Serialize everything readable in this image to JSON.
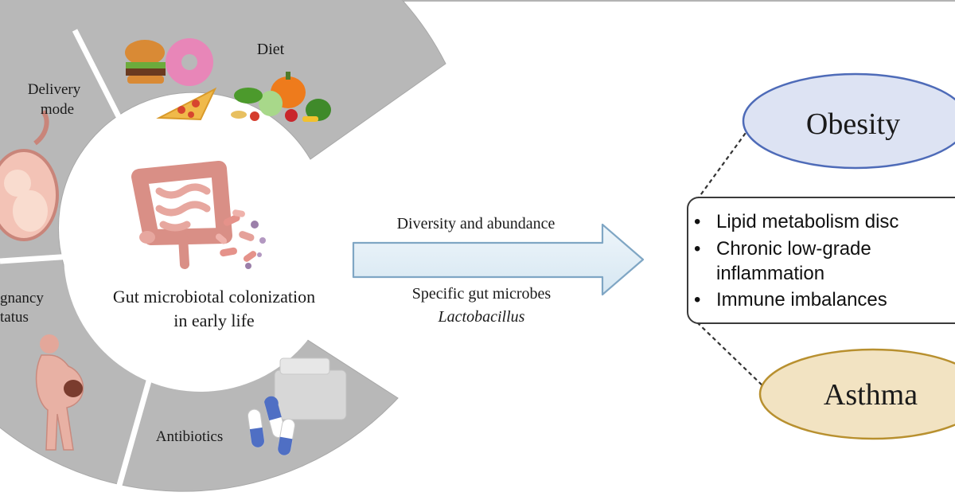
{
  "segments": {
    "diet": "Diet",
    "delivery_line1": "Delivery",
    "delivery_line2": "mode",
    "pregnancy_line1": "gnancy",
    "pregnancy_line2": "tatus",
    "antibiotics": "Antibiotics"
  },
  "center": {
    "line1": "Gut microbiotal colonization",
    "line2": "in early life"
  },
  "arrow": {
    "top_label": "Diversity and abundance",
    "bottom_label1": "Specific gut microbes",
    "bottom_label2": "Lactobacillus"
  },
  "outcomes": {
    "obesity": "Obesity",
    "asthma": "Asthma",
    "bullets": [
      "Lipid metabolism disc",
      "Chronic low-grade",
      "inflammation",
      "Immune imbalances"
    ]
  },
  "colors": {
    "ring": "#b7b7b7",
    "obesity_fill": "#dde3f3",
    "asthma_fill": "#f2e3c2",
    "arrow_fill": "#e2eef6",
    "arrow_stroke": "#7fa6c4"
  }
}
